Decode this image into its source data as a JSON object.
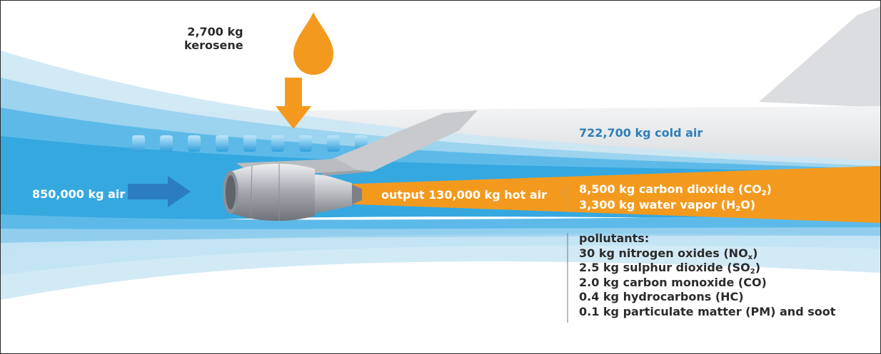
{
  "kerosene": {
    "amount": "2,700 kg",
    "name": "kerosene"
  },
  "input_air": {
    "label": "850,000 kg air"
  },
  "cold_air": {
    "label": "722,700 kg cold air"
  },
  "hot_air": {
    "prefix": "output",
    "label": "130,000 kg hot air"
  },
  "exhaust": {
    "co2": {
      "text": "8,500 kg carbon dioxide (CO",
      "sub": "2",
      "close": ")"
    },
    "h2o": {
      "pre": "3,300 kg water vapor (H",
      "sub": "2",
      "post": "O)"
    }
  },
  "pollutants": {
    "heading": "pollutants:",
    "nox": {
      "text": "30 kg nitrogen oxides (NO",
      "sub": "x",
      "close": ")"
    },
    "so2": {
      "text": "2.5 kg sulphur dioxide (SO",
      "sub": "2",
      "close": ")"
    },
    "co": "2.0 kg carbon monoxide (CO)",
    "hc": "0.4 kg hydrocarbons (HC)",
    "pm": "0.1 kg particulate matter (PM) and soot"
  },
  "colors": {
    "fuel_orange": "#f39a1e",
    "airstream_blue": "#36a8e0",
    "airstream_light": "#bfe1f3",
    "arrow_blue": "#2c7cc0",
    "cold_air_text": "#2f7fb8",
    "fuselage_gray": "#e4e5e7"
  },
  "icons": [
    "fuel-drop-icon",
    "down-arrow-icon",
    "intake-arrow-icon",
    "jet-engine-icon"
  ]
}
